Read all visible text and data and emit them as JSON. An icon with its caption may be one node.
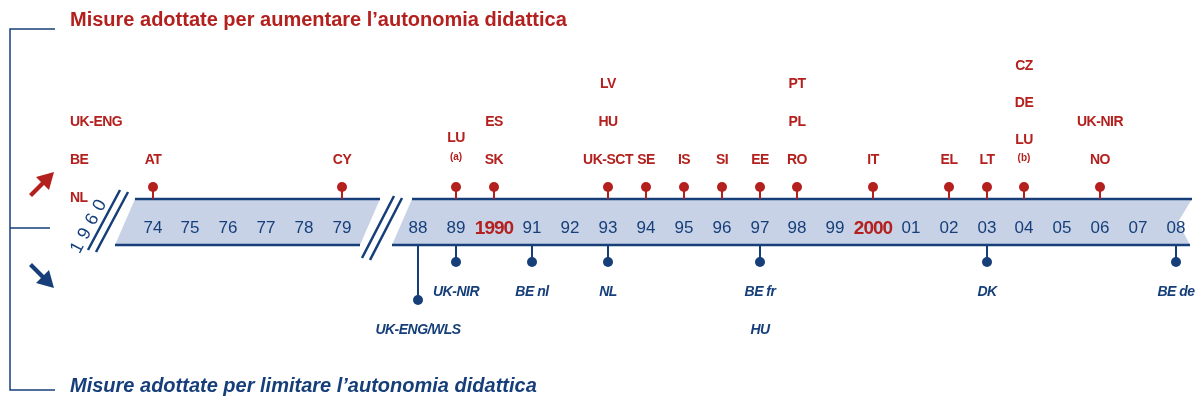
{
  "diagram": {
    "labels": [
      "Misure adottate per aumentare l’autonomia didattica",
      "UK-ENG",
      "BE",
      "NL",
      "1960",
      "AT",
      "CY",
      "LU",
      "(a)",
      "ES",
      "SK",
      "LV",
      "HU",
      "UK-SCT",
      "SE",
      "IS",
      "SI",
      "EE",
      "PT",
      "PL",
      "RO",
      "IT",
      "EL",
      "LT",
      "CZ",
      "DE",
      "LU",
      "(b)",
      "UK-NIR",
      "NO",
      "74",
      "75",
      "76",
      "77",
      "78",
      "79",
      "88",
      "89",
      "1990",
      "91",
      "92",
      "93",
      "94",
      "95",
      "96",
      "97",
      "98",
      "99",
      "2000",
      "01",
      "02",
      "03",
      "04",
      "05",
      "06",
      "07",
      "08",
      "UK-ENG/WLS",
      "UK-NIR",
      "BE nl",
      "NL",
      "BE fr",
      "HU",
      "DK",
      "BE de",
      "Misure adottate per limitare l’autonomia didattica"
    ]
  }
}
